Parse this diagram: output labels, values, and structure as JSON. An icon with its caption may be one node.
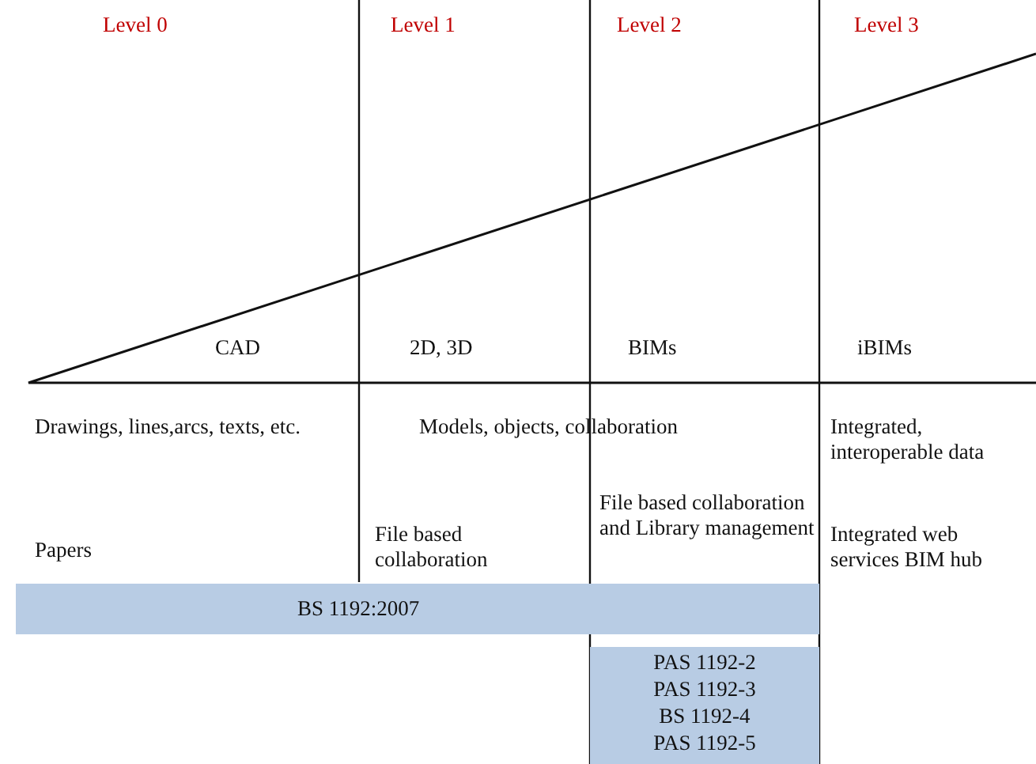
{
  "diagram": {
    "nodes": [
      {
        "text": [
          "BS 1192:2007"
        ]
      },
      {
        "text": [
          "PAS 1192-2",
          "PAS 1192-3",
          "BS 1192-4",
          "PAS 1192-5"
        ]
      }
    ],
    "edges": [],
    "labels": [
      "Level 0",
      "Level 1",
      "Level 2",
      "Level 3",
      "CAD",
      "2D, 3D",
      "BIMs",
      "iBIMs",
      "Drawings, lines,arcs, texts, etc.",
      "Models, objects, collaboration",
      "Integrated, interoperable data",
      "Papers",
      "File based collaboration",
      "File based collaboration and Library management",
      "Integrated web services BIM hub"
    ]
  }
}
